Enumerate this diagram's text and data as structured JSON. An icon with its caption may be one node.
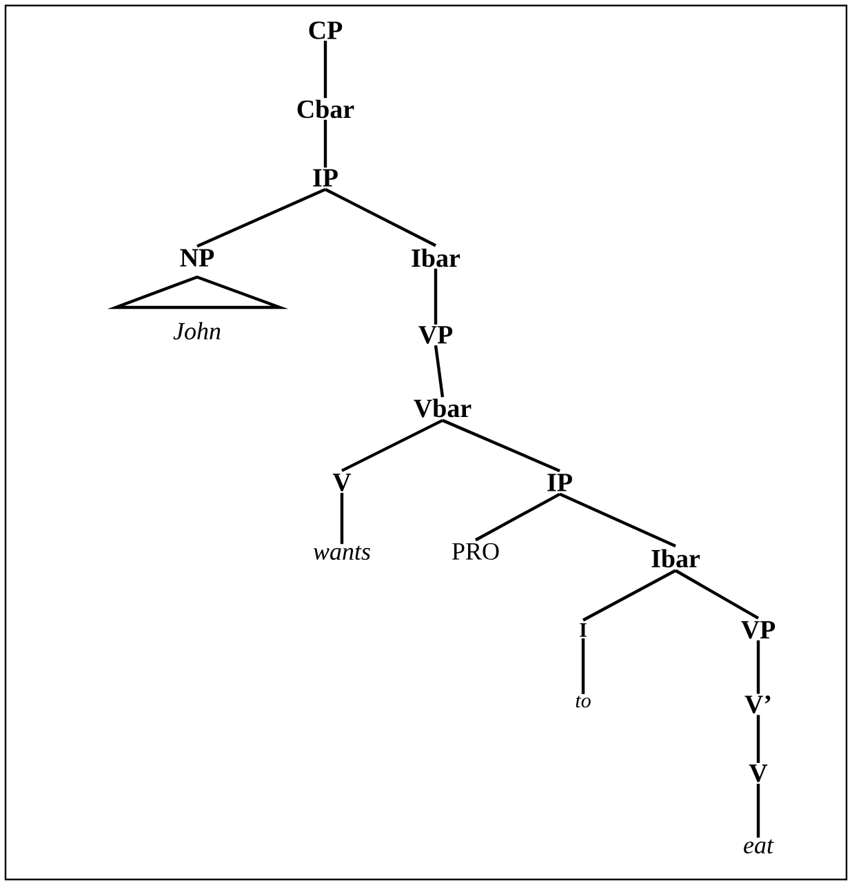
{
  "diagram": {
    "nodes": [
      {
        "text": [
          "CP"
        ]
      },
      {
        "text": [
          "Cbar"
        ]
      },
      {
        "text": [
          "IP"
        ]
      },
      {
        "text": [
          "NP"
        ]
      },
      {
        "text": [],
        "shape": "triangle"
      },
      {
        "text": [
          "John"
        ]
      },
      {
        "text": [
          "Ibar"
        ]
      },
      {
        "text": [
          "VP"
        ]
      },
      {
        "text": [
          "Vbar"
        ]
      },
      {
        "text": [
          "V"
        ]
      },
      {
        "text": [
          "IP"
        ]
      },
      {
        "text": [
          "wants"
        ]
      },
      {
        "text": [
          "PRO"
        ]
      },
      {
        "text": [
          "Ibar"
        ]
      },
      {
        "text": [
          "I"
        ]
      },
      {
        "text": [
          "VP"
        ]
      },
      {
        "text": [
          "to"
        ]
      },
      {
        "text": [
          "V’"
        ]
      },
      {
        "text": [
          "V"
        ]
      },
      {
        "text": [
          "eat"
        ]
      }
    ],
    "edges": [
      {
        "from": 0,
        "to": 1,
        "arrow": "none"
      },
      {
        "from": 1,
        "to": 2,
        "arrow": "none"
      },
      {
        "from": 2,
        "to": 3,
        "arrow": "none"
      },
      {
        "from": 2,
        "to": 6,
        "arrow": "none"
      },
      {
        "from": 6,
        "to": 7,
        "arrow": "none"
      },
      {
        "from": 7,
        "to": 8,
        "arrow": "none"
      },
      {
        "from": 8,
        "to": 9,
        "arrow": "none"
      },
      {
        "from": 8,
        "to": 10,
        "arrow": "none"
      },
      {
        "from": 9,
        "to": 11,
        "arrow": "none"
      },
      {
        "from": 10,
        "to": 12,
        "arrow": "none"
      },
      {
        "from": 10,
        "to": 13,
        "arrow": "none"
      },
      {
        "from": 13,
        "to": 14,
        "arrow": "none"
      },
      {
        "from": 13,
        "to": 15,
        "arrow": "none"
      },
      {
        "from": 14,
        "to": 16,
        "arrow": "none"
      },
      {
        "from": 15,
        "to": 17,
        "arrow": "none"
      },
      {
        "from": 17,
        "to": 18,
        "arrow": "none"
      },
      {
        "from": 18,
        "to": 19,
        "arrow": "none"
      }
    ]
  }
}
